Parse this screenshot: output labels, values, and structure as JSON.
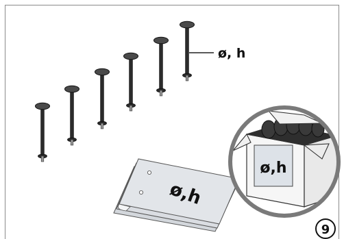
{
  "colors": {
    "frame": "#8a8a8a",
    "bolt": "#2b2b2b",
    "bolt_light": "#4a4a4a",
    "paper": "#dfe2e6",
    "paper_dark": "#c9cdd3",
    "box": "#f4f4f4",
    "box_label": "#dde2e8",
    "magnifier_ring": "#7a7a7a"
  },
  "bolt_callout": {
    "label": "ø, h",
    "icon": "bolt-callout-line"
  },
  "document": {
    "label": "ø,h",
    "icon": "document-sheets"
  },
  "box_inset": {
    "label": "ø,h",
    "icon": "magnifier-ring"
  },
  "step": {
    "number": "9"
  },
  "bolts": [
    {
      "name": "bolt-1"
    },
    {
      "name": "bolt-2"
    },
    {
      "name": "bolt-3"
    },
    {
      "name": "bolt-4"
    },
    {
      "name": "bolt-5"
    },
    {
      "name": "bolt-6"
    }
  ]
}
